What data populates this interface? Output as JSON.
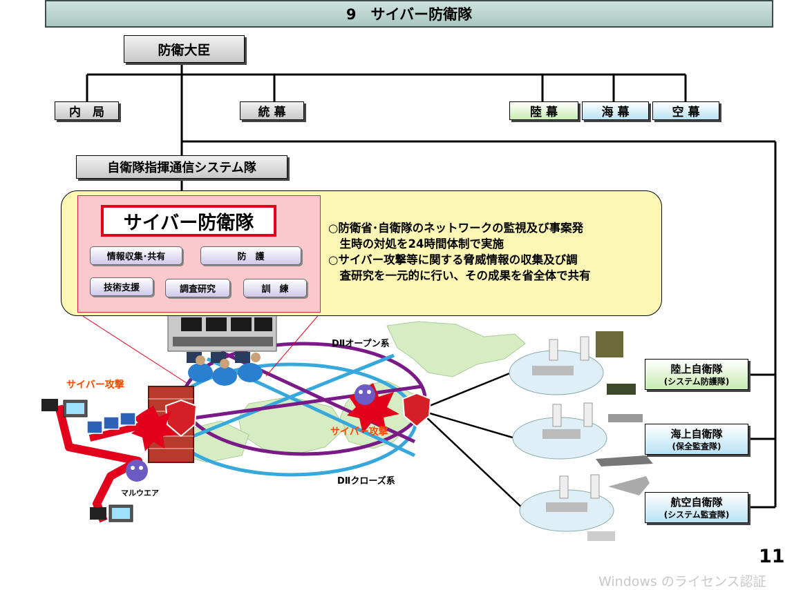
{
  "title": "9　サイバー防衛隊",
  "org": {
    "minister": "防衛大臣",
    "internal_bureau": "内　局",
    "joint_staff": "統 幕",
    "ground_staff": "陸 幕",
    "maritime_staff": "海 幕",
    "air_staff": "空 幕",
    "comm_system_unit": "自衛隊指揮通信システム隊"
  },
  "cyber_unit": {
    "name": "サイバー防衛隊",
    "functions": [
      "情報収集･共有",
      "防　護",
      "技術支援",
      "調査研究",
      "訓　練"
    ]
  },
  "description": [
    "○防衛省･自衛隊のネットワークの監視及び事案発",
    "　生時の対処を24時間体制で実施",
    "○サイバー攻撃等に関する脅威情報の収集及び調",
    "　査研究を一元的に行い、その成果を省全体で共有"
  ],
  "network": {
    "open": "DⅡオープン系",
    "closed": "DⅡクローズ系"
  },
  "attack": {
    "label_left": "サイバー攻撃",
    "label_center": "サイバー攻撃",
    "malware": "マルウエア"
  },
  "units": [
    {
      "name": "陸上自衛隊",
      "sub": "(システム防護隊)"
    },
    {
      "name": "海上自衛隊",
      "sub": "(保全監査隊)"
    },
    {
      "name": "航空自衛隊",
      "sub": "(システム監査隊)"
    }
  ],
  "page_number": "11",
  "watermark": "Windows のライセンス認証",
  "colors": {
    "attack_red": "#e3001c",
    "open_net": "#7a1a86",
    "closed_net": "#36a8dc",
    "panel_yellow": "#fbf6b4",
    "panel_pink": "#fbc9cd"
  }
}
